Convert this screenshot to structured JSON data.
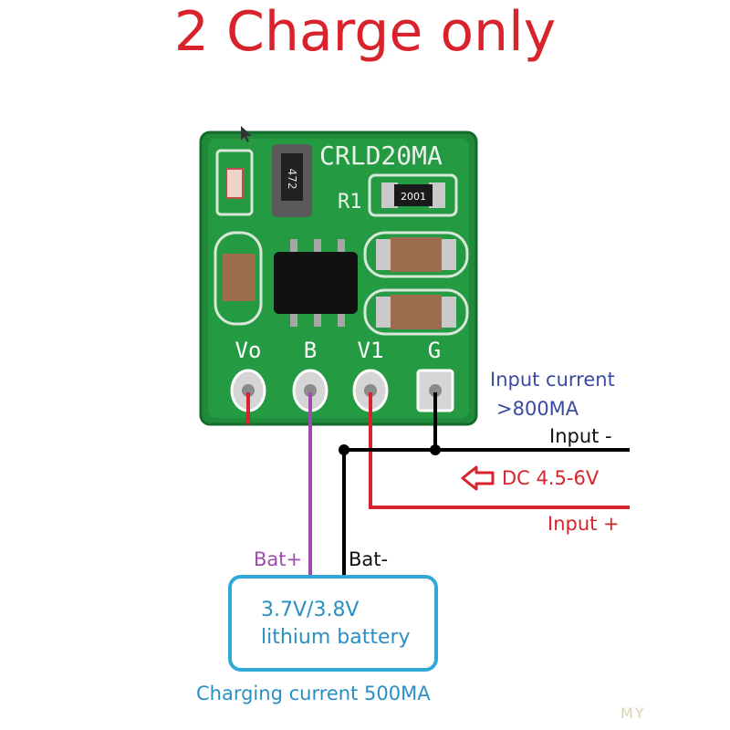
{
  "title": "2 Charge only",
  "board": {
    "name": "CRLD20MA",
    "r1_label": "R1",
    "r1_marking": "2001",
    "led_resistor_marking": "472",
    "pins": [
      "Vo",
      "B",
      "V1",
      "G"
    ]
  },
  "labels": {
    "input_current_line1": "Input current",
    "input_current_line2": ">800MA",
    "input_minus": "Input -",
    "dc_range": "DC 4.5-6V",
    "input_plus": "Input +",
    "bat_plus": "Bat+",
    "bat_minus": "Bat-",
    "battery_line1": "3.7V/3.8V",
    "battery_line2": "lithium battery",
    "charging_current": "Charging current 500MA",
    "watermark": "MY"
  },
  "colors": {
    "title": "#d9232c",
    "pcb": "#1f8a3a",
    "wire_black": "#000000",
    "wire_red": "#d9232c",
    "wire_purple": "#9b4ea9",
    "battery_border": "#31a9d8"
  }
}
